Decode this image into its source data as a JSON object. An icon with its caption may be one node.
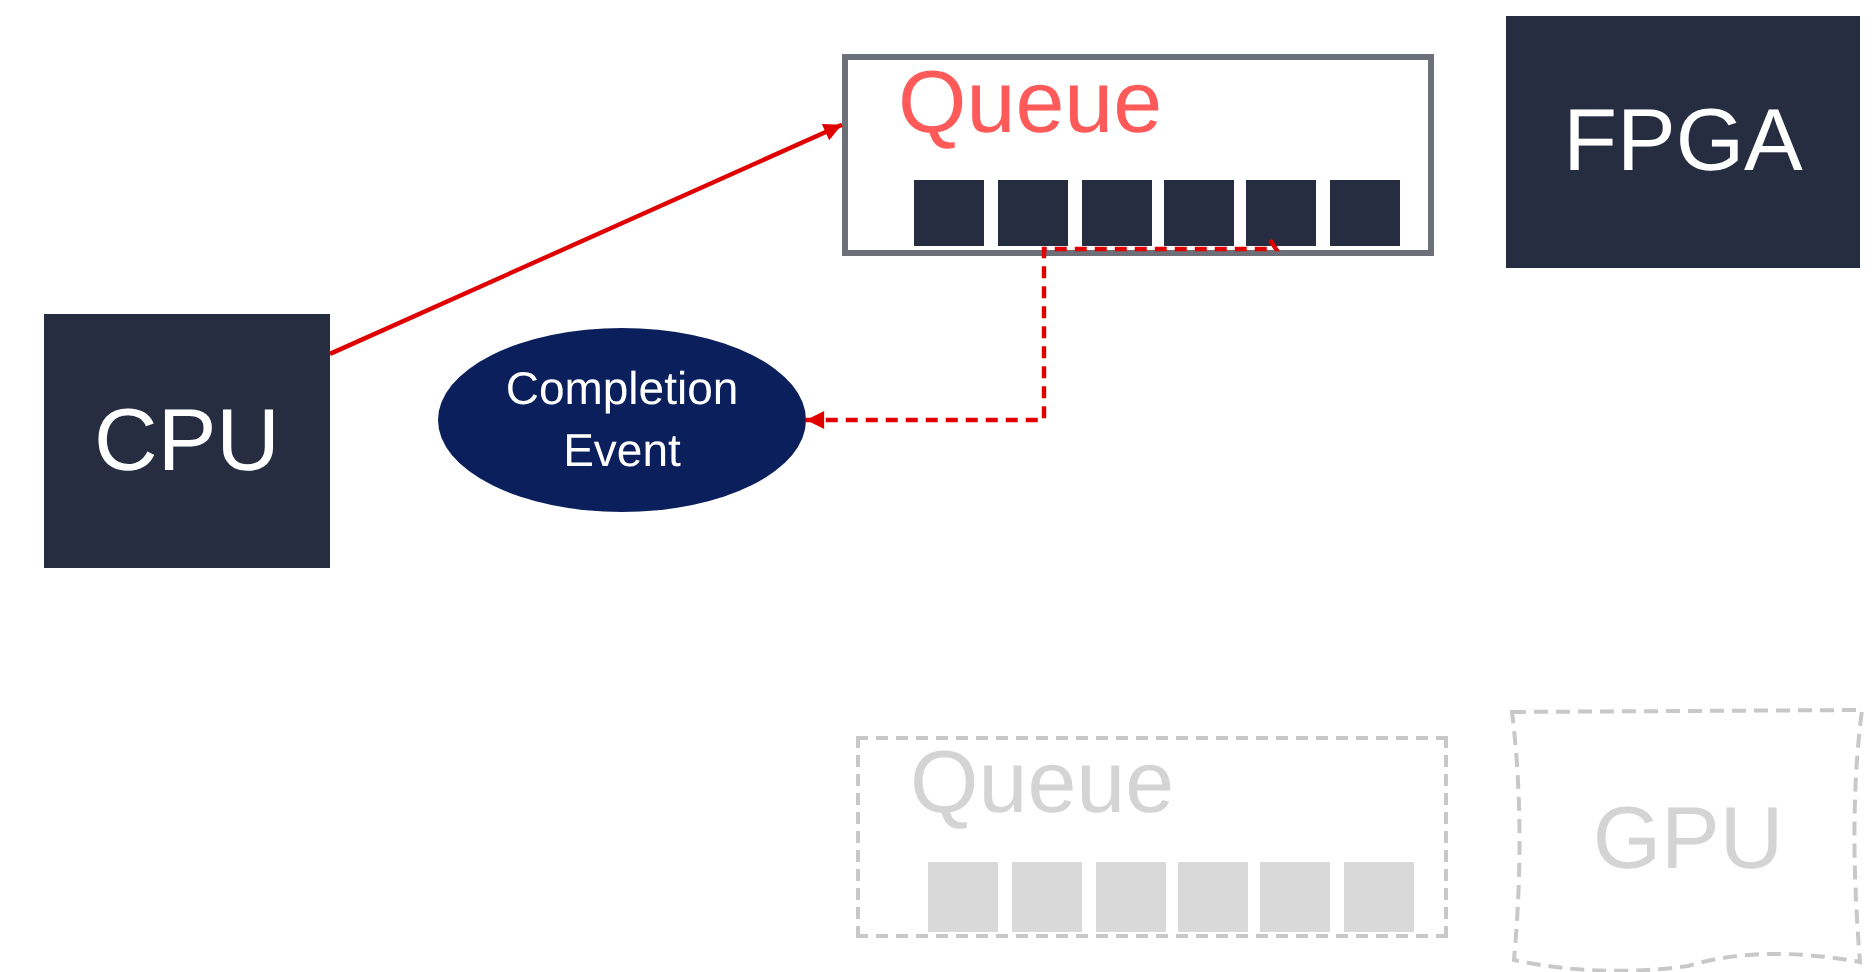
{
  "diagram": {
    "nodes": [
      {
        "text": [
          "Queue"
        ]
      },
      {
        "text": [],
        "shape": "box",
        "in": 0
      },
      {
        "text": [],
        "shape": "box",
        "in": 0
      },
      {
        "text": [],
        "shape": "box",
        "in": 0
      },
      {
        "text": [],
        "shape": "box",
        "in": 0
      },
      {
        "text": [],
        "shape": "box",
        "in": 0
      },
      {
        "text": [],
        "shape": "box",
        "in": 0
      },
      {
        "text": [
          "FPGA"
        ]
      },
      {
        "text": [
          "CPU"
        ]
      },
      {
        "text": [
          "Completion Event"
        ]
      },
      {
        "text": [
          "Queue"
        ]
      },
      {
        "text": [],
        "shape": "box",
        "in": 10
      },
      {
        "text": [],
        "shape": "box",
        "in": 10
      },
      {
        "text": [],
        "shape": "box",
        "in": 10
      },
      {
        "text": [],
        "shape": "box",
        "in": 10
      },
      {
        "text": [],
        "shape": "box",
        "in": 10
      },
      {
        "text": [],
        "shape": "box",
        "in": 10
      },
      {
        "text": [
          "GPU"
        ]
      }
    ],
    "edges": [
      {
        "from": 8,
        "to": 0,
        "arrow": "to"
      },
      {
        "from": 5,
        "to": 9,
        "arrow": "to",
        "style": "dashed"
      }
    ]
  }
}
